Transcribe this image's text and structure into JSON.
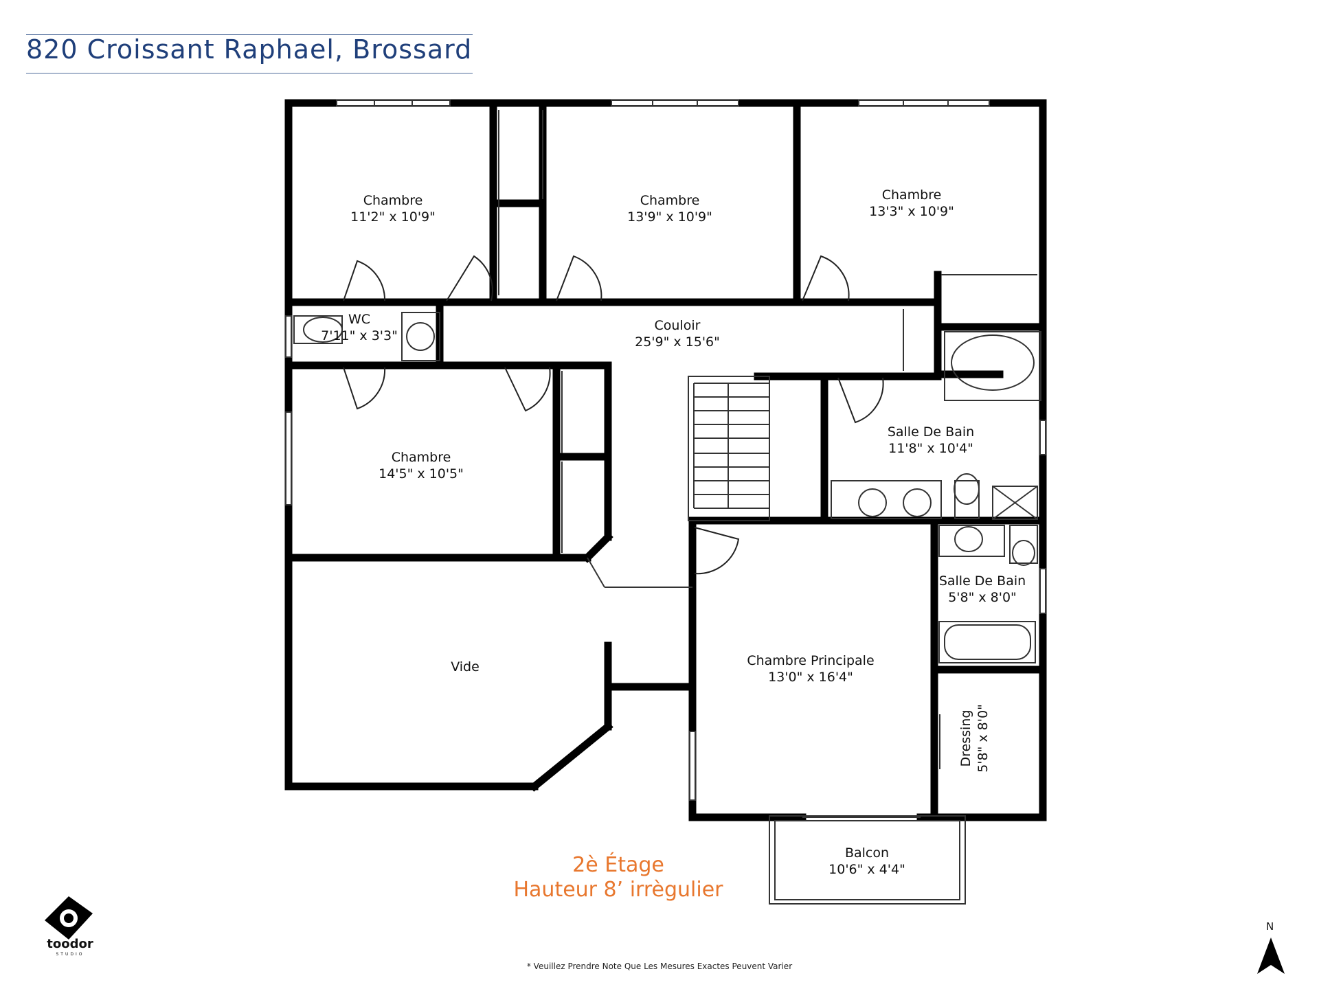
{
  "header": {
    "title": "820 Croissant Raphael, Brossard"
  },
  "rooms": {
    "chambre_1": {
      "name": "Chambre",
      "dims": "11'2\" x 10'9\""
    },
    "chambre_2": {
      "name": "Chambre",
      "dims": "13'9\" x 10'9\""
    },
    "chambre_3": {
      "name": "Chambre",
      "dims": "13'3\" x 10'9\""
    },
    "wc": {
      "name": "WC",
      "dims": "7'11\" x 3'3\""
    },
    "couloir": {
      "name": "Couloir",
      "dims": "25'9\" x 15'6\""
    },
    "chambre_4": {
      "name": "Chambre",
      "dims": "14'5\" x 10'5\""
    },
    "salle_bain_1": {
      "name": "Salle De Bain",
      "dims": "11'8\" x 10'4\""
    },
    "salle_bain_2": {
      "name": "Salle De Bain",
      "dims": "5'8\" x 8'0\""
    },
    "vide": {
      "name": "Vide"
    },
    "chambre_principale": {
      "name": "Chambre Principale",
      "dims": "13'0\" x 16'4\""
    },
    "dressing": {
      "name": "Dressing",
      "dims": "5'8\" x 8'0\""
    },
    "balcon": {
      "name": "Balcon",
      "dims": "10'6\" x 4'4\""
    }
  },
  "floor": {
    "level": "2è Étage",
    "height": "Hauteur 8’ irrègulier"
  },
  "disclaimer": "* Veuillez Prendre Note Que Les Mesures Exactes Peuvent Varier",
  "compass": {
    "label": "N"
  },
  "brand": {
    "name": "toodor",
    "tagline": "STUDIO"
  },
  "colors": {
    "title": "#1f3f7a",
    "floor_label": "#e8772e",
    "walls": "#000000"
  }
}
